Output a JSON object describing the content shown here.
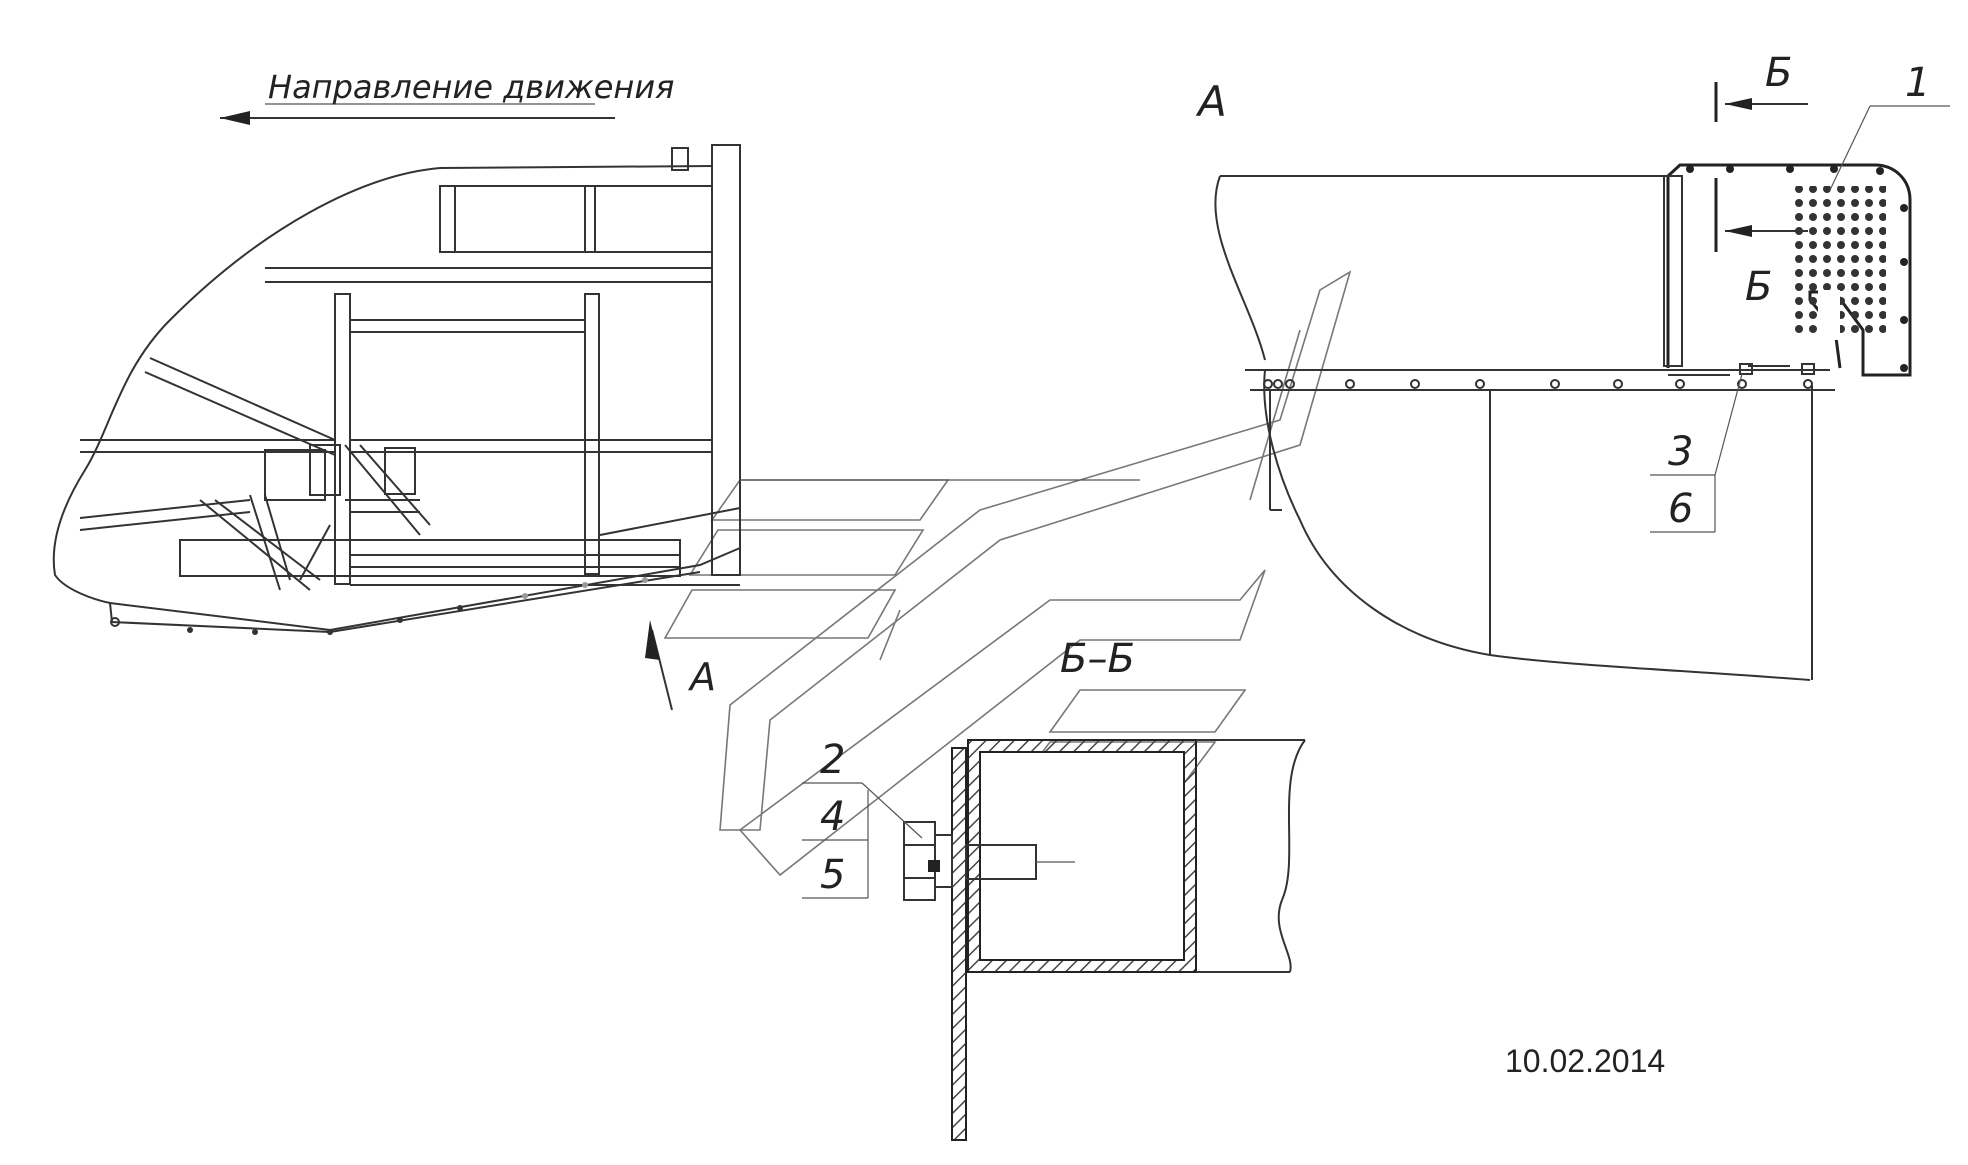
{
  "direction_label": "Направление движения",
  "view_label": "А",
  "view_arrow_label": "А",
  "section_label_top": "Б",
  "section_label_bottom": "Б",
  "section_title": "Б–Б",
  "callouts": {
    "c1": "1",
    "c2": "2",
    "c3": "3",
    "c4": "4",
    "c5": "5",
    "c6": "6"
  },
  "date": "10.02.2014"
}
